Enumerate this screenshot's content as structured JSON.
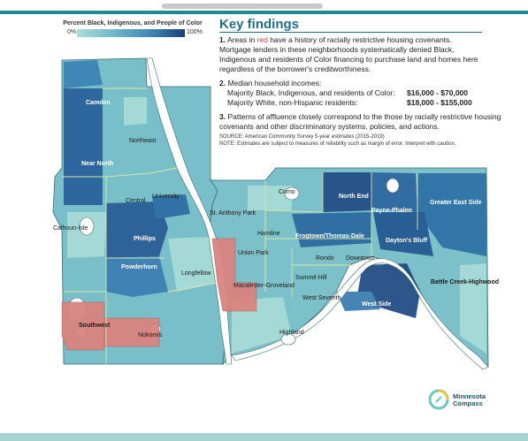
{
  "legend": {
    "title": "Percent Black, Indigenous, and People of Color",
    "min_label": "0%",
    "max_label": "100%",
    "color_low": "#a9dcd9",
    "color_high": "#1b3d7a"
  },
  "key_findings": {
    "title": "Key findings",
    "item1_number": "1.",
    "item1_before": " Areas in ",
    "item1_red": "red",
    "item1_after": " have a history of racially restrictive housing covenants. Mortgage lenders in these neighborhoods systematically denied Black, Indigenous and residents of Color financing to purchase land and homes here regardless of the borrower's creditworthiness.",
    "item2_number": "2.",
    "item2_text": " Median household incomes:",
    "income_rows": [
      {
        "label": "Majority Black, Indigenous, and residents of Color:",
        "value": "$16,000 - $70,000"
      },
      {
        "label": "Majority White, non-Hispanic residents:",
        "value": "$18,000 - $155,000"
      }
    ],
    "item3_number": "3.",
    "item3_text": " Patterns of affluence closely correspond to the those by racially restrictive housing covenants and other discriminatory systems, policies, and actions.",
    "source": "SOURCE: American Community Survey 5-year estimates (2015-2019)",
    "note": "NOTE: Estimates are subject to measures of reliability such as margin of error. Interpret with caution.",
    "highlight_color": "#d93a32"
  },
  "map": {
    "covenant_color": "#d9857f",
    "neighborhoods": {
      "camden": "Camden",
      "northeast": "Northeast",
      "near_north": "Near North",
      "central": "Central",
      "university": "University",
      "calhoun_isle": "Calhoun-Isle",
      "phillips": "Phillips",
      "powderhorn": "Powderhorn",
      "longfellow": "Longfellow",
      "southwest": "Southwest",
      "nokomis": "Nokomis",
      "st_anthony_park": "St. Anthony Park",
      "como": "Como",
      "hamline": "Hamline",
      "union_park": "Union Park",
      "macalester_groveland": "Macalester-Groveland",
      "summit_hill": "Summit Hill",
      "highland": "Highland",
      "west_seventh": "West Seventh",
      "north_end": "North End",
      "payne_phalen": "Payne-Phalen",
      "greater_east_side": "Greater East Side",
      "frogtown": "Frogtown/Thomas-Dale",
      "daytons_bluff": "Dayton's Bluff",
      "rondo": "Rondo",
      "downtown": "Downtown",
      "west_side": "West Side",
      "battle_creek": "Battle Creek-Highwood"
    }
  },
  "logo": {
    "line1": "Minnesota",
    "line2": "Compass"
  }
}
